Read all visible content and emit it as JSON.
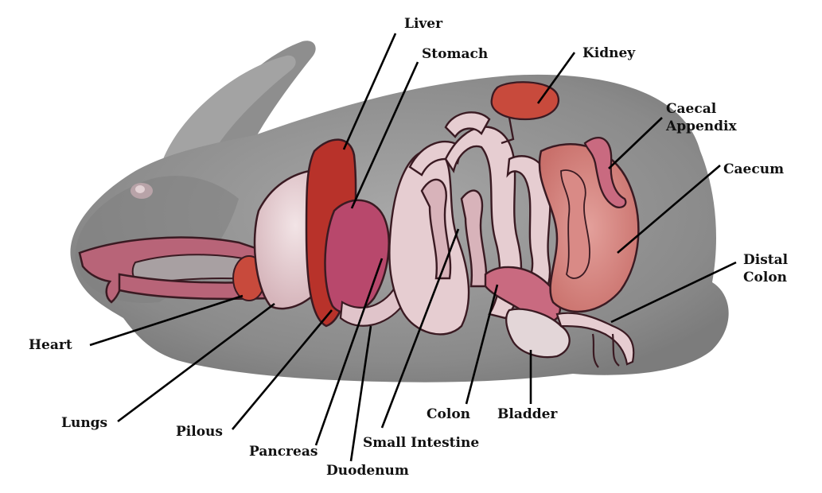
{
  "labels": {
    "liver": "Liver",
    "stomach": "Stomach",
    "kidney": "Kidney",
    "caecal_appendix": [
      "Caecal",
      "Appendix"
    ],
    "caecum": "Caecum",
    "distal_colon": [
      "Distal",
      "Colon"
    ],
    "heart": "Heart",
    "lungs": "Lungs",
    "pilous": "Pilous",
    "pancreas": "Pancreas",
    "duodenum": "Duodenum",
    "small_intestine": "Small Intestine",
    "colon": "Colon",
    "bladder": "Bladder"
  },
  "colors": {
    "body_gray": "#8f8f8f",
    "body_dark": "#6e6e6e",
    "organ_pink": "#c96a80",
    "organ_light": "#e8c9cf",
    "liver_red": "#b8322a",
    "stomach_magenta": "#b8486c",
    "caecum_salmon": "#d98a86",
    "leader": "#000000"
  }
}
